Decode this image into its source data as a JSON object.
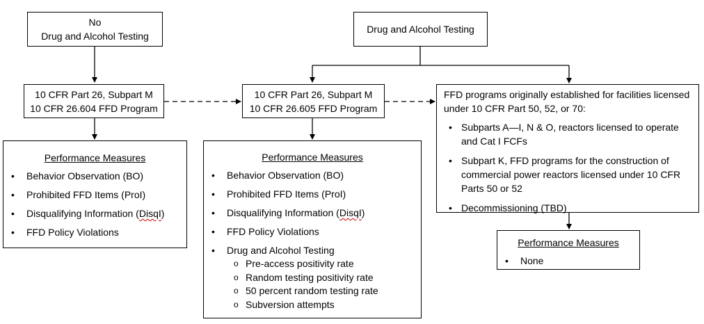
{
  "boxes": {
    "no_testing": {
      "line1": "No",
      "line2": "Drug and Alcohol Testing"
    },
    "testing": {
      "label": "Drug and Alcohol Testing"
    },
    "subpart_m_604": {
      "line1": "10 CFR Part 26, Subpart M",
      "line2": "10 CFR 26.604 FFD Program"
    },
    "subpart_m_605": {
      "line1": "10 CFR Part 26, Subpart M",
      "line2": "10 CFR 26.605 FFD Program"
    },
    "ffd_original": {
      "intro": "FFD programs originally established for facilities licensed under 10 CFR Part 50, 52, or 70:",
      "items": [
        "Subparts A—I, N & O, reactors licensed to operate and Cat I FCFs",
        "Subpart K, FFD programs for the construction of commercial power reactors licensed under 10 CFR Parts 50 or 52",
        "Decommissioning (TBD)"
      ]
    }
  },
  "measures_604": {
    "title": "Performance Measures",
    "items": [
      "Behavior Observation (BO)",
      "Prohibited FFD Items (ProI)",
      "Disqualifying Information (",
      "FFD Policy Violations"
    ],
    "disql_word": "DisqI",
    "disql_close": ")"
  },
  "measures_605": {
    "title": "Performance Measures",
    "items": [
      "Behavior Observation (BO)",
      "Prohibited FFD Items (ProI)",
      "Disqualifying Information (",
      "FFD Policy Violations",
      "Drug and Alcohol Testing"
    ],
    "disql_word": "DisqI",
    "disql_close": ")",
    "testing_sub": [
      "Pre-access positivity rate",
      "Random testing positivity rate",
      "50 percent random testing rate",
      "Subversion attempts"
    ]
  },
  "measures_none": {
    "title": "Performance Measures",
    "items": [
      "None"
    ]
  }
}
